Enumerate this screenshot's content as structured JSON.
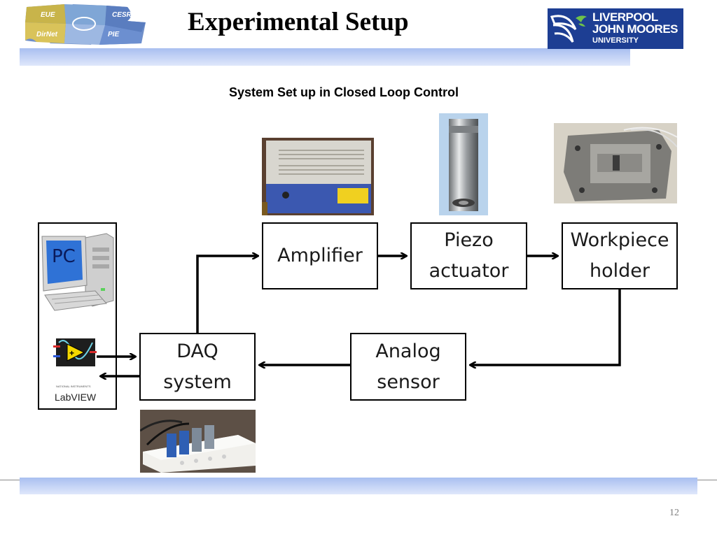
{
  "header": {
    "title": "Experimental Setup",
    "logo_left_words": [
      "EUE",
      "CESRE",
      "DirNet",
      "PIE"
    ],
    "university_logo": {
      "line1": "LIVERPOOL",
      "line2": "JOHN MOORES",
      "line3": "UNIVERSITY",
      "color": "#1d3e93"
    }
  },
  "subtitle": "System Set up in Closed Loop Control",
  "diagram": {
    "pc_panel": {
      "pc_label": "PC",
      "labview_label": "LabVIEW",
      "labview_sub": "NATIONAL INSTRUMENTS"
    },
    "blocks": {
      "amplifier": "Amplifier",
      "piezo_line1": "Piezo",
      "piezo_line2": "actuator",
      "workpiece_line1": "Workpiece",
      "workpiece_line2": "holder",
      "analog_line1": "Analog",
      "analog_line2": "sensor",
      "daq_line1": "DAQ",
      "daq_line2": "system"
    },
    "photos": [
      "amplifier-photo",
      "piezo-actuator-photo",
      "workpiece-holder-photo",
      "daq-hardware-photo"
    ]
  },
  "footer": {
    "page_number": "12",
    "accent": "#a9bff0"
  }
}
